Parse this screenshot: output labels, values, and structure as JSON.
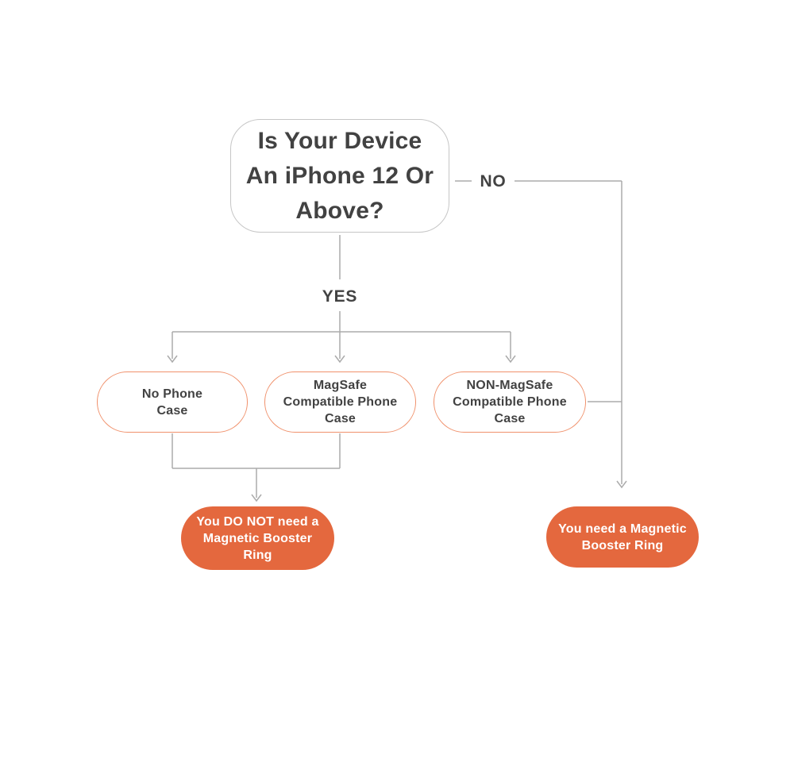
{
  "colors": {
    "accent_orange_fill": "#E4683E",
    "option_outline_orange": "#F0916C",
    "connector_gray": "#ABABAB",
    "root_border_gray": "#C6C6C6",
    "text_dark": "#424242",
    "text_white": "#FFFFFF"
  },
  "labels": {
    "yes": "YES",
    "no": "NO"
  },
  "nodes": {
    "root": {
      "text": "Is Your Device An iPhone 12 Or Above?",
      "lines": [
        "Is Your Device",
        "An iPhone 12 Or",
        "Above?"
      ]
    },
    "option_no_case": {
      "text": "No Phone Case",
      "lines": [
        "No Phone",
        "Case"
      ]
    },
    "option_magsafe": {
      "text": "MagSafe Compatible Phone Case",
      "lines": [
        "MagSafe",
        "Compatible Phone",
        "Case"
      ]
    },
    "option_non_magsafe": {
      "text": "NON-MagSafe Compatible Phone Case",
      "lines": [
        "NON-MagSafe",
        "Compatible Phone",
        "Case"
      ]
    },
    "result_no_ring": {
      "text": "You DO NOT need a Magnetic Booster Ring",
      "lines": [
        "You DO NOT need a",
        "Magnetic Booster",
        "Ring"
      ]
    },
    "result_need_ring": {
      "text": "You need a Magnetic Booster Ring",
      "lines": [
        "You need a Magnetic",
        "Booster Ring"
      ]
    }
  }
}
